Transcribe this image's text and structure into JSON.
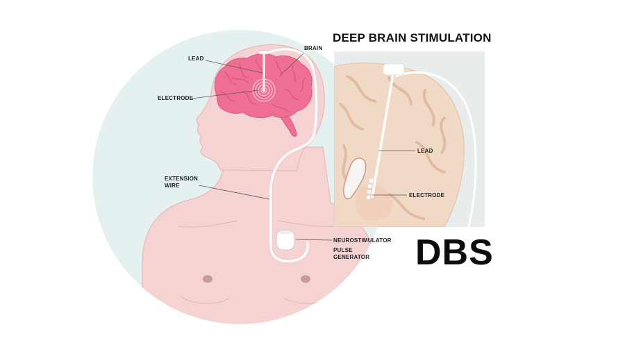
{
  "title": "DEEP BRAIN STIMULATION",
  "abbreviation": "DBS",
  "labels": {
    "lead": "LEAD",
    "brain": "BRAIN",
    "electrode": "ELECTRODE",
    "extension_wire": "EXTENSION\nWIRE",
    "neurostimulator": "NEUROSTIMULATOR",
    "pulse_generator": "PULSE\nGENERATOR",
    "inset_lead": "LEAD",
    "inset_electrode": "ELECTRODE"
  },
  "colors": {
    "skin": "#f6d3d3",
    "skin_outline": "#e8a7a9",
    "brain": "#ee6f93",
    "background_circle": "#e4f1f0",
    "inset_background": "#f3ece8"
  }
}
